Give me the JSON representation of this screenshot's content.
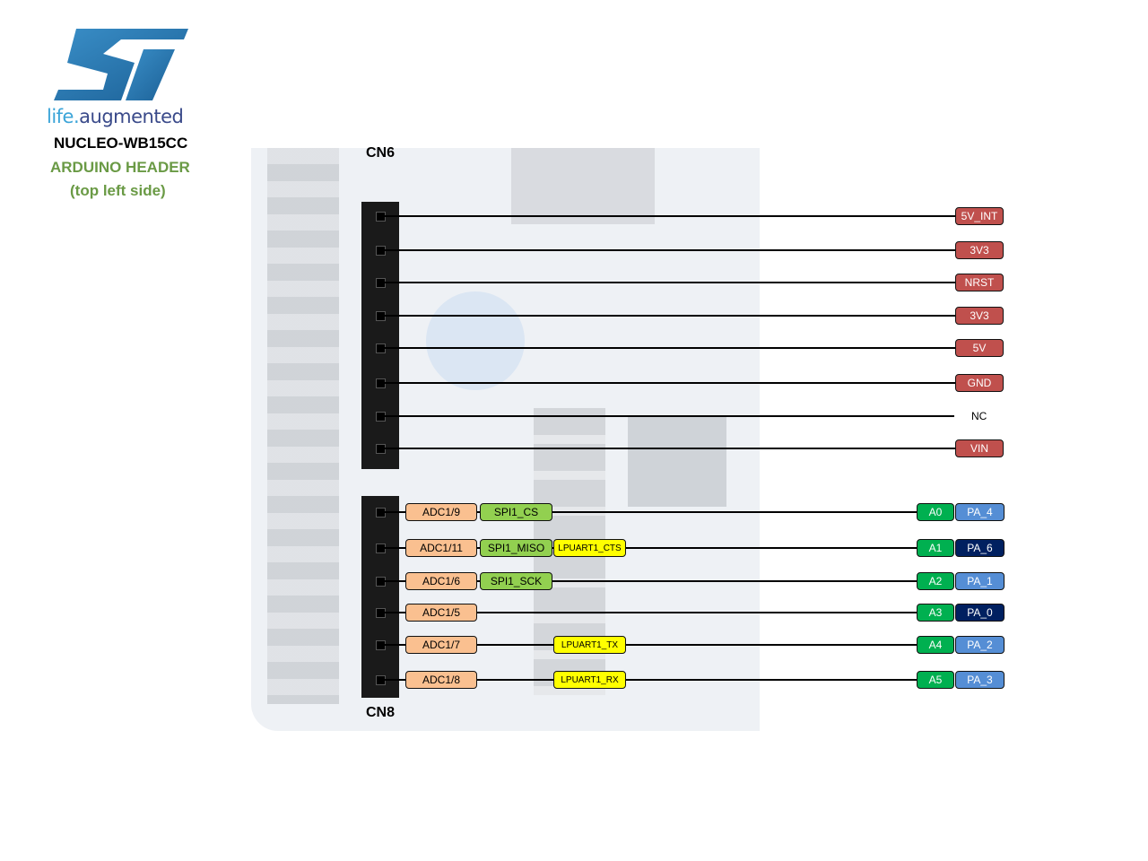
{
  "logo": {
    "text": "ST",
    "tagline_part1": "life.",
    "tagline_part2": "augmented"
  },
  "title": {
    "board": "NUCLEO-WB15CC",
    "header": "ARDUINO HEADER",
    "side": "(top left side)"
  },
  "connectors": {
    "cn6": "CN6",
    "cn8": "CN8"
  },
  "colors": {
    "power": "#c0504d",
    "adc": "#fac090",
    "spi": "#92d050",
    "lpuart": "#ffff00",
    "arduino": "#00b050",
    "pin_light": "#558ed5",
    "pin_dark": "#002060"
  },
  "cn6_pins": [
    {
      "label": "5V_INT",
      "type": "power"
    },
    {
      "label": "3V3",
      "type": "power"
    },
    {
      "label": "NRST",
      "type": "power"
    },
    {
      "label": "3V3",
      "type": "power"
    },
    {
      "label": "5V",
      "type": "power"
    },
    {
      "label": "GND",
      "type": "power"
    },
    {
      "label": "NC",
      "type": "none"
    },
    {
      "label": "VIN",
      "type": "power"
    }
  ],
  "cn8_pins": [
    {
      "adc": "ADC1/9",
      "spi": "SPI1_CS",
      "lpuart": null,
      "arduino": "A0",
      "pin": "PA_4",
      "pin_dark": false
    },
    {
      "adc": "ADC1/11",
      "spi": "SPI1_MISO",
      "lpuart": "LPUART1_CTS",
      "arduino": "A1",
      "pin": "PA_6",
      "pin_dark": true
    },
    {
      "adc": "ADC1/6",
      "spi": "SPI1_SCK",
      "lpuart": null,
      "arduino": "A2",
      "pin": "PA_1",
      "pin_dark": false
    },
    {
      "adc": "ADC1/5",
      "spi": null,
      "lpuart": null,
      "arduino": "A3",
      "pin": "PA_0",
      "pin_dark": true
    },
    {
      "adc": "ADC1/7",
      "spi": null,
      "lpuart": "LPUART1_TX",
      "arduino": "A4",
      "pin": "PA_2",
      "pin_dark": false
    },
    {
      "adc": "ADC1/8",
      "spi": null,
      "lpuart": "LPUART1_RX",
      "arduino": "A5",
      "pin": "PA_3",
      "pin_dark": false
    }
  ]
}
